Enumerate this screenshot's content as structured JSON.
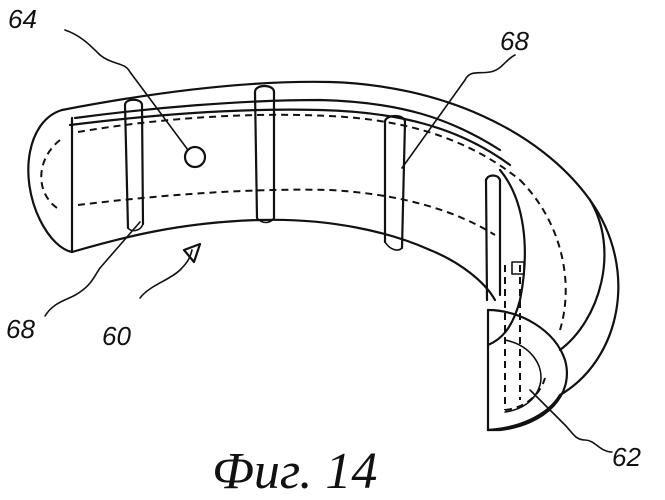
{
  "labels": {
    "part_64": "64",
    "part_68_top": "68",
    "part_68_bottom": "68",
    "part_60": "60",
    "part_62": "62"
  },
  "caption": "Фиг. 14"
}
